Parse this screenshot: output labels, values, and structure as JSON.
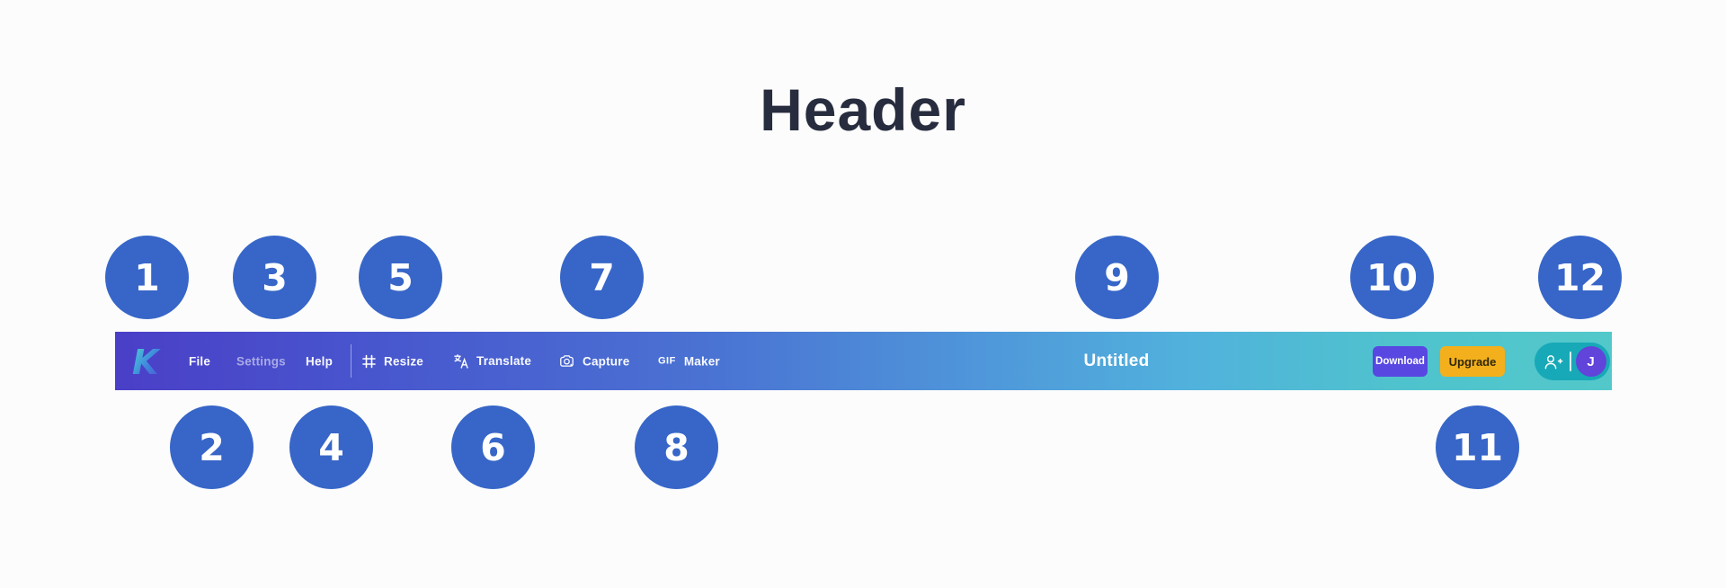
{
  "page": {
    "title": "Header"
  },
  "callouts": {
    "circle_color": "#3766c8",
    "items": [
      {
        "n": "1"
      },
      {
        "n": "2"
      },
      {
        "n": "3"
      },
      {
        "n": "4"
      },
      {
        "n": "5"
      },
      {
        "n": "6"
      },
      {
        "n": "7"
      },
      {
        "n": "8"
      },
      {
        "n": "9"
      },
      {
        "n": "10"
      },
      {
        "n": "11"
      },
      {
        "n": "12"
      }
    ]
  },
  "toolbar": {
    "menu": [
      {
        "label": "File"
      },
      {
        "label": "Settings"
      },
      {
        "label": "Help"
      }
    ],
    "tools": [
      {
        "label": "Resize"
      },
      {
        "label": "Translate"
      },
      {
        "label": "Capture"
      },
      {
        "label": "Maker",
        "icon_text": "GIF"
      }
    ],
    "document_title": "Untitled",
    "download_label": "Download",
    "upgrade_label": "Upgrade",
    "avatar_initial": "J"
  },
  "colors": {
    "accent": "#3766c8",
    "bar-left": "#4a3fc7",
    "bar-right": "#53c8ca",
    "download-bg": "#5847e1",
    "upgrade-bg": "#f3b01c",
    "pill-bg": "#17a9b7",
    "avatar-bg": "#6144da",
    "title-color": "#272c3e"
  }
}
